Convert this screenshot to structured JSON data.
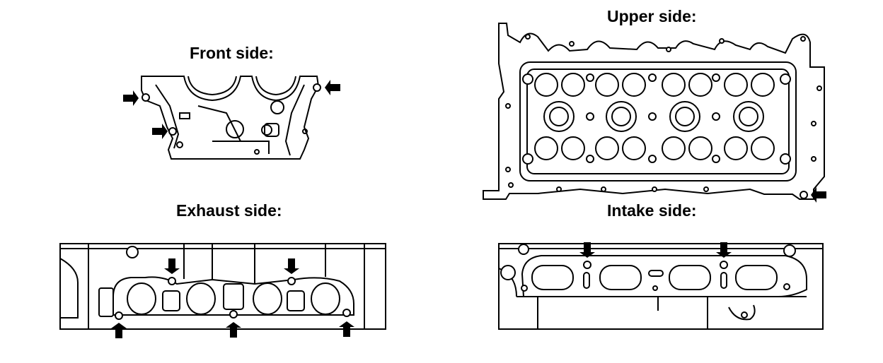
{
  "views": {
    "front": {
      "title": "Front side:"
    },
    "upper": {
      "title": "Upper side:"
    },
    "exhaust": {
      "title": "Exhaust side:"
    },
    "intake": {
      "title": "Intake side:"
    }
  },
  "colors": {
    "line": "#000000",
    "background": "#ffffff"
  }
}
